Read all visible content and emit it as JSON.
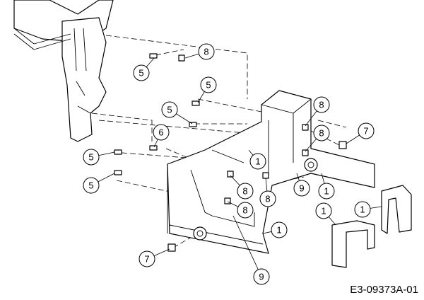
{
  "diagram": {
    "drawing_id": "E3-09373A-01",
    "callouts": [
      "8",
      "5",
      "5",
      "5",
      "8",
      "6",
      "8",
      "7",
      "5",
      "1",
      "5",
      "8",
      "8",
      "9",
      "1",
      "8",
      "1",
      "1",
      "1",
      "7",
      "9"
    ]
  }
}
